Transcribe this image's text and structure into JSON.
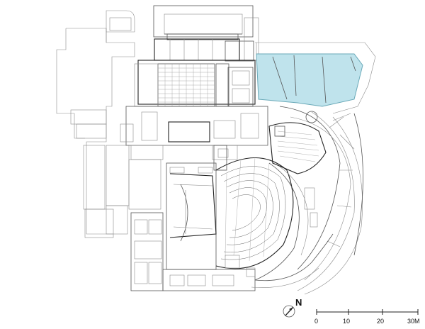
{
  "north_arrow": {
    "letter": "N",
    "icon": "north-arrow-icon"
  },
  "scale_bar": {
    "ticks": [
      "0",
      "10",
      "20",
      "30M"
    ]
  },
  "colors": {
    "highlight": "#bfe3ec",
    "highlight_stroke": "#6aa9b8",
    "lines": "#555555"
  }
}
